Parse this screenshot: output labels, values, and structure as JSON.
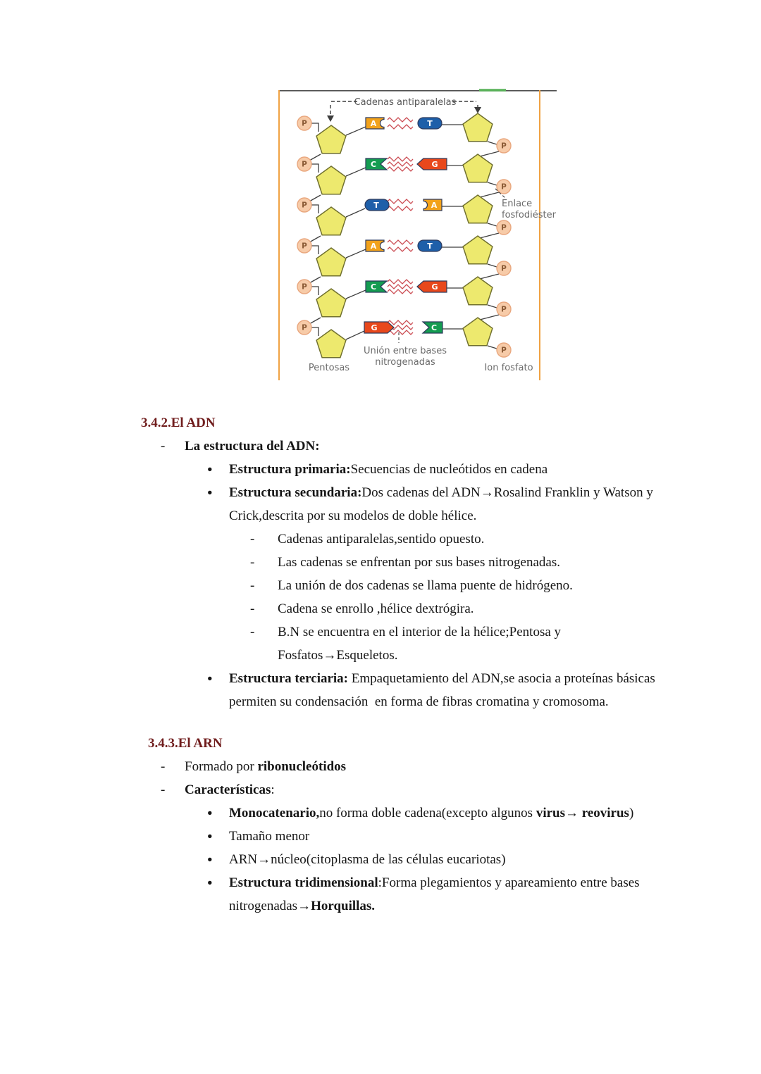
{
  "figure": {
    "caption_top": "Cadenas antiparalelas",
    "label_enlace": [
      "Enlace",
      "fosfodiéster"
    ],
    "label_union": [
      "Unión entre bases",
      "nitrogenadas"
    ],
    "label_pentosas": "Pentosas",
    "label_ion_fosfato": "Ion fosfato",
    "phosphate_letter": "P",
    "rows": [
      {
        "left": "A",
        "right": "T",
        "bonds": 2
      },
      {
        "left": "C",
        "right": "G",
        "bonds": 3
      },
      {
        "left": "T",
        "right": "A",
        "bonds": 2
      },
      {
        "left": "A",
        "right": "T",
        "bonds": 2
      },
      {
        "left": "C",
        "right": "G",
        "bonds": 3
      },
      {
        "left": "G",
        "right": "C",
        "bonds": 3
      }
    ],
    "colors": {
      "adenine": "#F2A21B",
      "thymine": "#1E5FA9",
      "cytosine": "#149C51",
      "guanine": "#E8481C",
      "pentose": "#EDE96E",
      "phosphate": "#F7CBA8",
      "bond_zigzag": "#CB4B52",
      "frame_orange": "#F0A243",
      "accent_green": "#58B158"
    }
  },
  "glyphs": {
    "bullet": "●",
    "dash": "-"
  },
  "sections": {
    "adn": {
      "heading": "3.4.2.El ADN",
      "estructura": "La estructura del ADN:",
      "primaria": {
        "b": "Estructura primaria:",
        "r": "Secuencias de nucleótidos en cadena"
      },
      "secundaria": {
        "b": "Estructura secundaria:",
        "r": "Dos cadenas del ADN→Rosalind Franklin y Watson y Crick,descrita por su modelos de doble hélice."
      },
      "detalles": [
        "Cadenas antiparalelas,sentido opuesto.",
        "Las cadenas se enfrentan por sus bases nitrogenadas.",
        "La unión de dos cadenas se llama puente de hidrógeno.",
        "Cadena se enrollo ,hélice dextrógira.",
        "B.N se encuentra en el interior de la hélice;Pentosa y Fosfatos→Esqueletos."
      ],
      "terciaria": {
        "b": "Estructura terciaria:",
        "r": " Empaquetamiento del ADN,se asocia a proteínas básicas permiten su condensación  en forma de fibras cromatina y cromosoma."
      }
    },
    "arn": {
      "heading": "3.4.3.El ARN",
      "formado": {
        "r": "Formado por ",
        "b": "ribonucleótidos"
      },
      "caracteristicas": {
        "b": "Características",
        "r": ":"
      },
      "mono": {
        "b1": "Monocatenario,",
        "r1": "no forma doble cadena(excepto algunos ",
        "b2": "virus→ reovirus",
        "r2": ")"
      },
      "tamano": "Tamaño menor",
      "nucleo": "ARN→núcleo(citoplasma de las células eucariotas)",
      "tridimensional": {
        "b1": "Estructura tridimensional",
        "r1": ":Forma plegamientos y apareamiento entre bases nitrogenadas→",
        "b2": "Horquillas."
      }
    }
  }
}
